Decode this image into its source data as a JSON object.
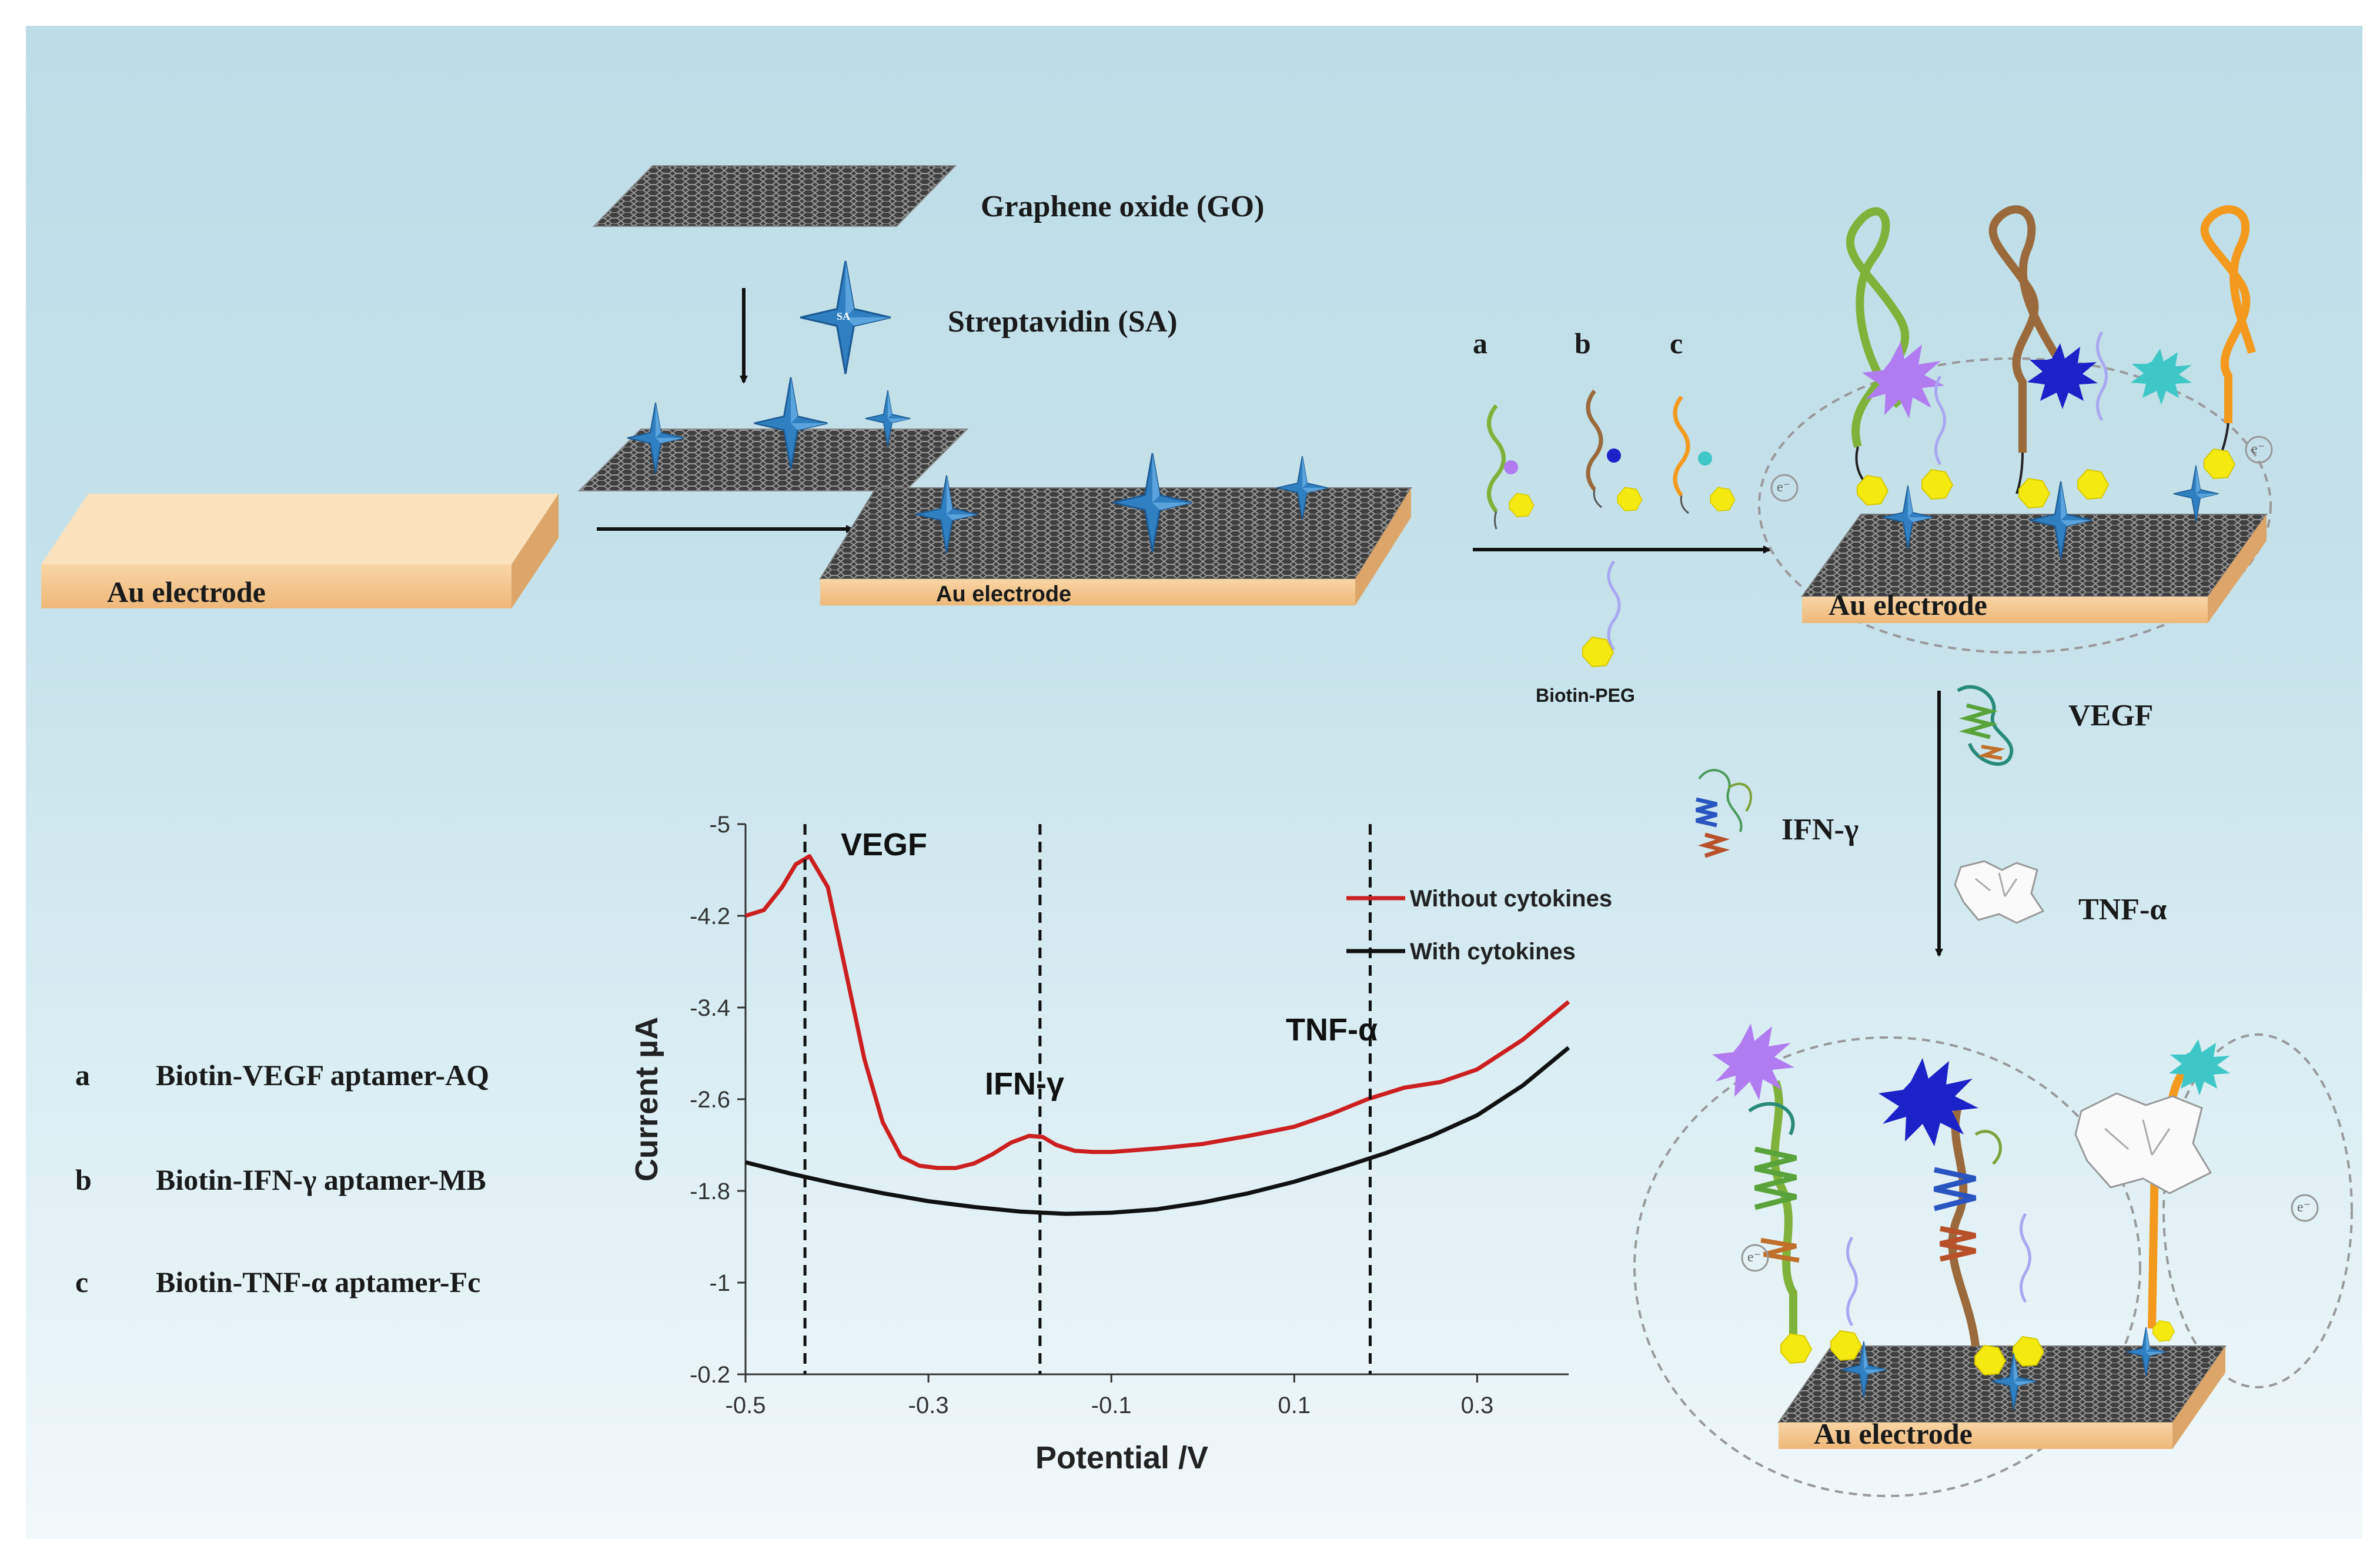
{
  "labels": {
    "graphene_oxide": "Graphene oxide (GO)",
    "streptavidin": "Streptavidin (SA)",
    "au_electrode": "Au electrode",
    "biotin_peg": "Biotin-PEG",
    "sa_mark": "SA",
    "electron": "e⁻",
    "probe_letters": [
      "a",
      "b",
      "c"
    ]
  },
  "targets": {
    "vegf": "VEGF",
    "ifn": "IFN-γ",
    "tnf": "TNF-α"
  },
  "legend_list": [
    {
      "letter": "a",
      "text": "Biotin-VEGF aptamer-AQ"
    },
    {
      "letter": "b",
      "text": "Biotin-IFN-γ aptamer-MB"
    },
    {
      "letter": "c",
      "text": "Biotin-TNF-α aptamer-Fc"
    }
  ],
  "colors": {
    "vegf_strand": "#7fb23a",
    "ifn_strand": "#9a6a3c",
    "tnf_strand": "#f39a1e",
    "aq_label": "#b07cf0",
    "mb_label": "#1a22c8",
    "fc_label": "#3fc7c7",
    "biotin": "#f5ea10",
    "streptavidin": "#2f7fc1",
    "electrode": "#f4c68e",
    "peg": "#a8a8f0"
  },
  "chart_data": {
    "type": "line",
    "xlabel": "Potential /V",
    "ylabel": "Current µA",
    "xlim": [
      -0.5,
      0.4
    ],
    "ylim": [
      -0.2,
      -5
    ],
    "y_reversed": true,
    "x_ticks": [
      "-0.5",
      "-0.3",
      "-0.1",
      "0.1",
      "0.3"
    ],
    "y_ticks": [
      "-5",
      "-4.2",
      "-3.4",
      "-2.6",
      "-1.8",
      "-1",
      "-0.2"
    ],
    "x_tick_values": [
      -0.5,
      -0.3,
      -0.1,
      0.1,
      0.3
    ],
    "y_tick_values": [
      -5,
      -4.2,
      -3.4,
      -2.6,
      -1.8,
      -1,
      -0.2
    ],
    "series": [
      {
        "name": "Without cytokines",
        "color": "#cc1f1f",
        "x": [
          -0.5,
          -0.48,
          -0.46,
          -0.445,
          -0.43,
          -0.41,
          -0.39,
          -0.37,
          -0.35,
          -0.33,
          -0.31,
          -0.29,
          -0.27,
          -0.25,
          -0.23,
          -0.21,
          -0.19,
          -0.175,
          -0.16,
          -0.14,
          -0.12,
          -0.1,
          -0.05,
          0.0,
          0.05,
          0.1,
          0.14,
          0.18,
          0.22,
          0.26,
          0.3,
          0.35,
          0.4
        ],
        "y": [
          -4.2,
          -4.25,
          -4.45,
          -4.65,
          -4.72,
          -4.45,
          -3.7,
          -2.95,
          -2.4,
          -2.1,
          -2.02,
          -2.0,
          -2.0,
          -2.04,
          -2.12,
          -2.22,
          -2.28,
          -2.27,
          -2.2,
          -2.15,
          -2.14,
          -2.14,
          -2.17,
          -2.21,
          -2.28,
          -2.36,
          -2.47,
          -2.6,
          -2.7,
          -2.75,
          -2.86,
          -3.12,
          -3.45
        ]
      },
      {
        "name": "With cytokines",
        "color": "#111111",
        "x": [
          -0.5,
          -0.45,
          -0.4,
          -0.35,
          -0.3,
          -0.25,
          -0.2,
          -0.15,
          -0.1,
          -0.05,
          0.0,
          0.05,
          0.1,
          0.15,
          0.2,
          0.25,
          0.3,
          0.35,
          0.4
        ],
        "y": [
          -2.05,
          -1.95,
          -1.86,
          -1.78,
          -1.71,
          -1.66,
          -1.62,
          -1.6,
          -1.61,
          -1.64,
          -1.7,
          -1.78,
          -1.88,
          -2.0,
          -2.13,
          -2.28,
          -2.46,
          -2.72,
          -3.05
        ]
      }
    ],
    "markers": [
      {
        "label": "VEGF",
        "x": -0.435
      },
      {
        "label": "IFN-γ",
        "x": -0.178
      },
      {
        "label": "TNF-α",
        "x": 0.183
      }
    ]
  }
}
